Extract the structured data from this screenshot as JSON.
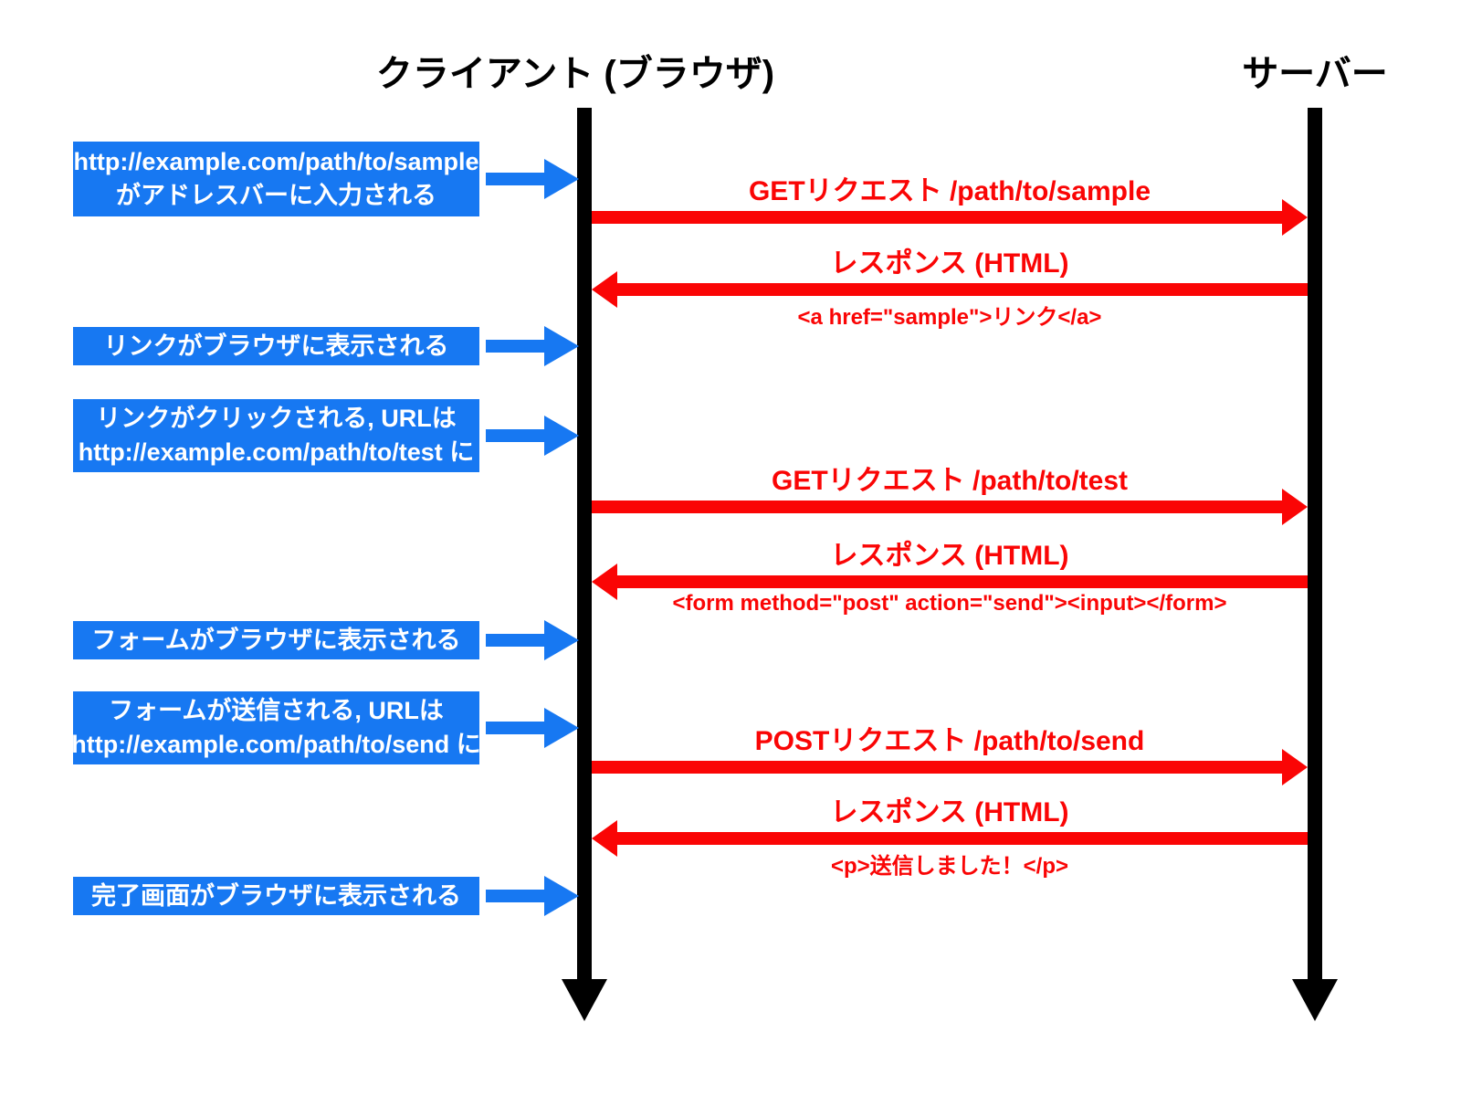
{
  "diagram": {
    "type": "sequence-diagram",
    "client_title": "クライアント (ブラウザ)",
    "server_title": "サーバー",
    "colors": {
      "step_box": "#1778F2",
      "message": "#FA0505",
      "lifeline": "#000000"
    },
    "steps": [
      {
        "line1": "http://example.com/path/to/sample",
        "line2": "がアドレスバーに入力される"
      },
      {
        "line1": "リンクがブラウザに表示される"
      },
      {
        "line1": "リンクがクリックされる, URLは",
        "line2": "http://example.com/path/to/test に"
      },
      {
        "line1": "フォームがブラウザに表示される"
      },
      {
        "line1": "フォームが送信される, URLは",
        "line2": "http://example.com/path/to/send に"
      },
      {
        "line1": "完了画面がブラウザに表示される"
      }
    ],
    "messages": [
      {
        "direction": "to-server",
        "label": "GETリクエスト /path/to/sample",
        "code": ""
      },
      {
        "direction": "to-client",
        "label": "レスポンス (HTML)",
        "code": "<a href=\"sample\">リンク</a>"
      },
      {
        "direction": "to-server",
        "label": "GETリクエスト /path/to/test",
        "code": ""
      },
      {
        "direction": "to-client",
        "label": "レスポンス (HTML)",
        "code": "<form method=\"post\" action=\"send\"><input></form>"
      },
      {
        "direction": "to-server",
        "label": "POSTリクエスト /path/to/send",
        "code": ""
      },
      {
        "direction": "to-client",
        "label": "レスポンス (HTML)",
        "code": "<p>送信しました！</p>"
      }
    ]
  }
}
